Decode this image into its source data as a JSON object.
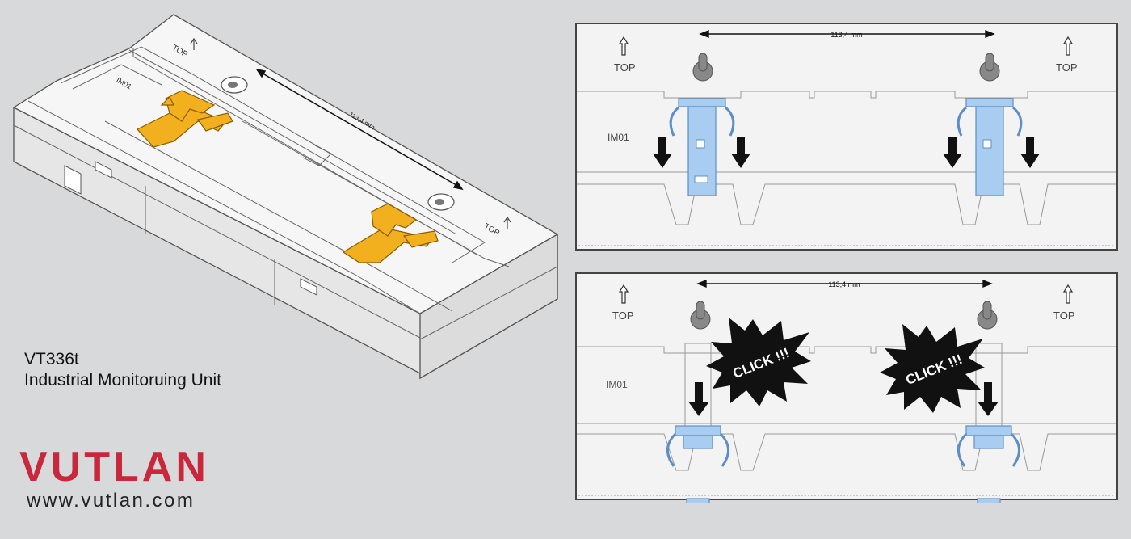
{
  "product": {
    "model": "VT336t",
    "description": "Industrial Monitoruing Unit"
  },
  "brand": {
    "name": "VUTLAN",
    "website": "www.vutlan.com",
    "color": "#c8273c"
  },
  "iso_view": {
    "top_label": "TOP",
    "module_label": "IM01",
    "dimension": "113,4 mm",
    "clip_color": "#f2b01e"
  },
  "panel_top": {
    "top_label_left": "TOP",
    "top_label_right": "TOP",
    "dimension": "113,4 mm",
    "module_label": "IM01",
    "clip_color": "#a9cdf0"
  },
  "panel_bottom": {
    "top_label_left": "TOP",
    "top_label_right": "TOP",
    "dimension": "113,4 mm",
    "module_label": "IM01",
    "click_left": "CLICK !!!",
    "click_right": "CLICK !!!",
    "clip_color": "#a9cdf0"
  }
}
